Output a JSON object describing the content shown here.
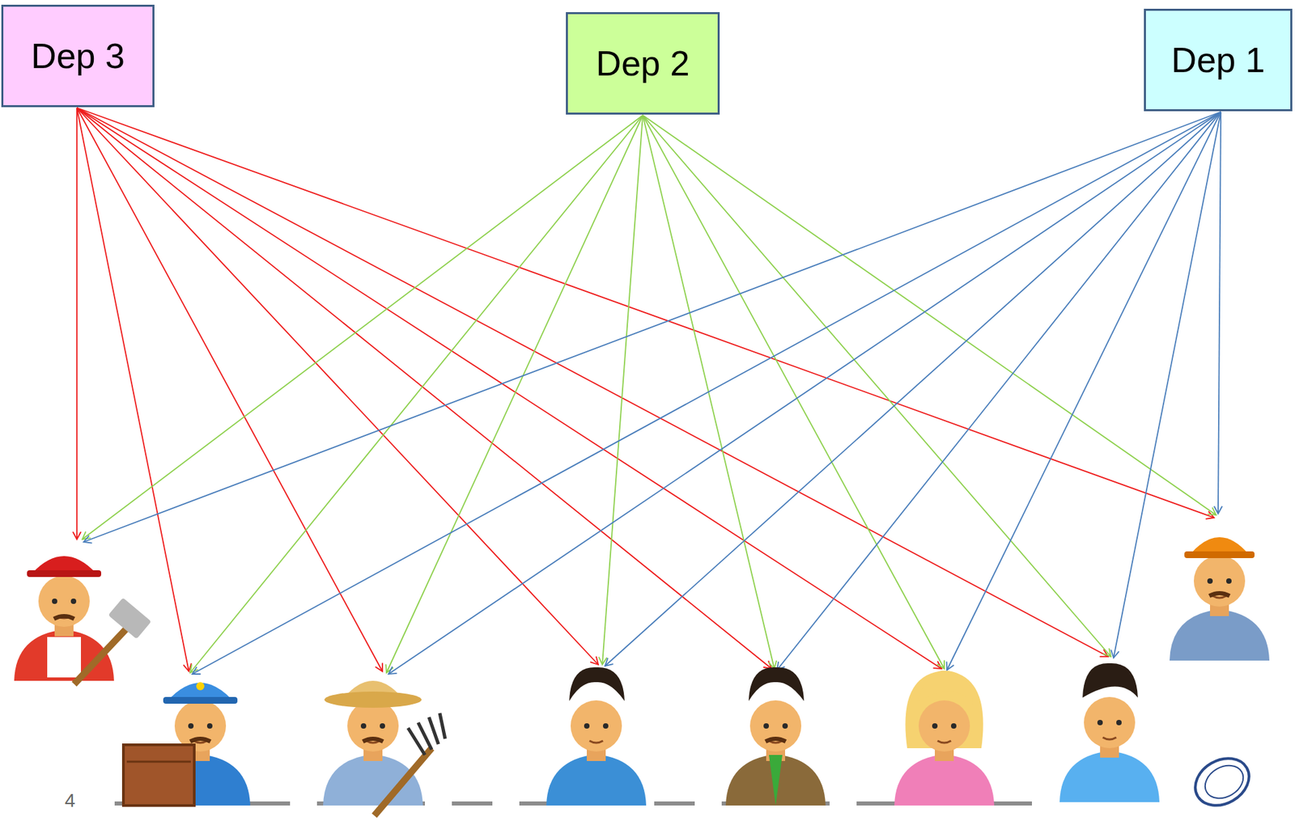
{
  "diagram": {
    "nodes": [
      {
        "text": [
          "Dep 3"
        ]
      },
      {
        "text": [
          "Dep 2"
        ]
      },
      {
        "text": [
          "Dep 1"
        ]
      }
    ],
    "labels": [
      "4"
    ]
  }
}
